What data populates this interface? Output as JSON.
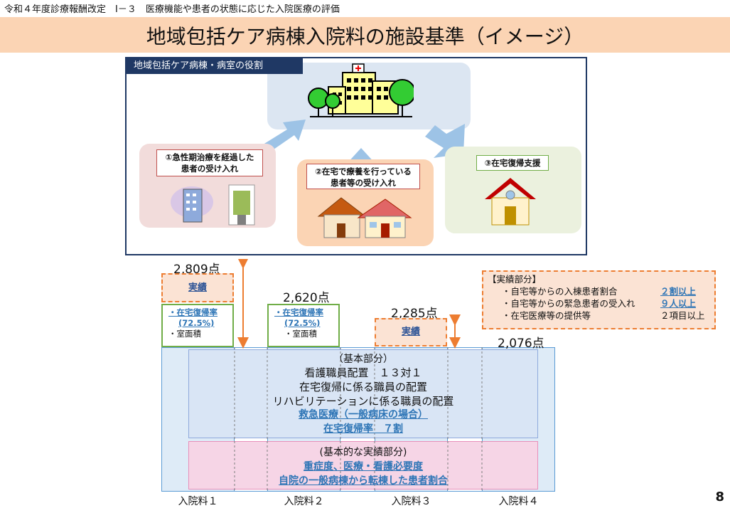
{
  "header": {
    "caption": "令和４年度診療報酬改定　Ⅰ－３　医療機能や患者の状態に応じた入院医療の評価",
    "title": "地域包括ケア病棟入院料の施設基準（イメージ）"
  },
  "role_panel": {
    "heading": "地域包括ケア病棟・病室の役割",
    "roles": [
      {
        "label_line1": "①急性期治療を経過した",
        "label_line2": "患者の受け入れ"
      },
      {
        "label_line1": "②在宅で療養を行っている",
        "label_line2": "患者等の受け入れ"
      },
      {
        "label_line1": "③在宅復帰支援",
        "label_line2": ""
      }
    ]
  },
  "points": {
    "fee1": "2,809点",
    "fee2": "2,620点",
    "fee3": "2,285点",
    "fee4": "2,076点"
  },
  "tiers": {
    "jisseki_label": "実績",
    "return_rate_label": "・在宅復帰率",
    "return_rate_value": "(72.5%)",
    "floor_area_label": "・室面積"
  },
  "base_part": {
    "heading": "（基本部分）",
    "line1": "看護職員配置　１３対１",
    "line2": "在宅復帰に係る職員の配置",
    "line3": "リハビリテーションに係る職員の配置",
    "line4": "救急医療（一般病床の場合）",
    "line5": "在宅復帰率　７割"
  },
  "basic_perf_part": {
    "heading": "(基本的な実績部分)",
    "line1": "重症度、医療・看護必要度",
    "line2": "自院の一般病棟から転棟した患者割合"
  },
  "perf_note": {
    "heading": "【実績部分】",
    "items": [
      {
        "label": "・自宅等からの入棟患者割合",
        "value": "２割以上"
      },
      {
        "label": "・自宅等からの緊急患者の受入れ",
        "value": "９人以上"
      },
      {
        "label": "・在宅医療等の提供等",
        "value": "２項目以上"
      }
    ]
  },
  "columns": [
    "入院料１",
    "入院料２",
    "入院料３",
    "入院料４"
  ],
  "page_number": "8",
  "colors": {
    "title_band": "#fbd4b4",
    "navy": "#1f3864",
    "orange": "#ed7d31",
    "link_blue": "#2e75b6",
    "green": "#70ad47"
  }
}
